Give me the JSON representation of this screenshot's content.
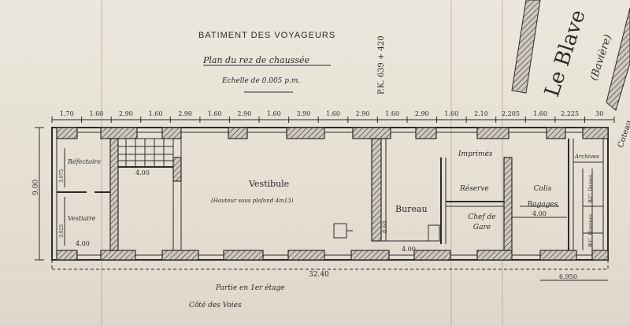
{
  "title": "BATIMENT DES VOYAGEURS",
  "subtitle": "Plan du rez de chaussée",
  "scale": "Echelle de 0.005 p.m.",
  "pk": "P.K. 639 + 420",
  "location": "Le Blave",
  "location_sub": "(Bavière)",
  "top_dimensions": [
    "1.70",
    "1.60",
    "2.90",
    "1.60",
    "2.90",
    "1.60",
    "2.90",
    "1.60",
    "3.90",
    "1.60",
    "2.90",
    "1.60",
    "2.90",
    "1.60",
    "2.10",
    "2.205",
    "1.60",
    "2.225",
    "30"
  ],
  "height_dim": "9.00",
  "rooms": {
    "refectoire": "Réfectoire",
    "vestiaire": "Vestiaire",
    "vestibule": "Vestibule",
    "vestibule_note": "(Hauteur sous plafond 4m13)",
    "bureau": "Bureau",
    "imprimes": "Imprimés",
    "reserve": "Réserve",
    "chef_de_gare": "Chef de Gare",
    "colis_bagages": "Colis Bagages",
    "archives": "Archives",
    "wc_dames": "W.C. Dames",
    "wc_hommes": "W.C. Hommes"
  },
  "inner_dims": {
    "d400_stair": "4.00",
    "d400_vest": "4.00",
    "d400_bureau": "4.00",
    "d400_colis": "4.00",
    "d860": "8.60",
    "d3975": "3.975",
    "d3925": "3.925"
  },
  "total_length": "32.40",
  "right_width": "6.950",
  "footer_line1": "Partie en 1er étage",
  "footer_line2": "Côté des Voies",
  "right_edge_text": "Coteau"
}
